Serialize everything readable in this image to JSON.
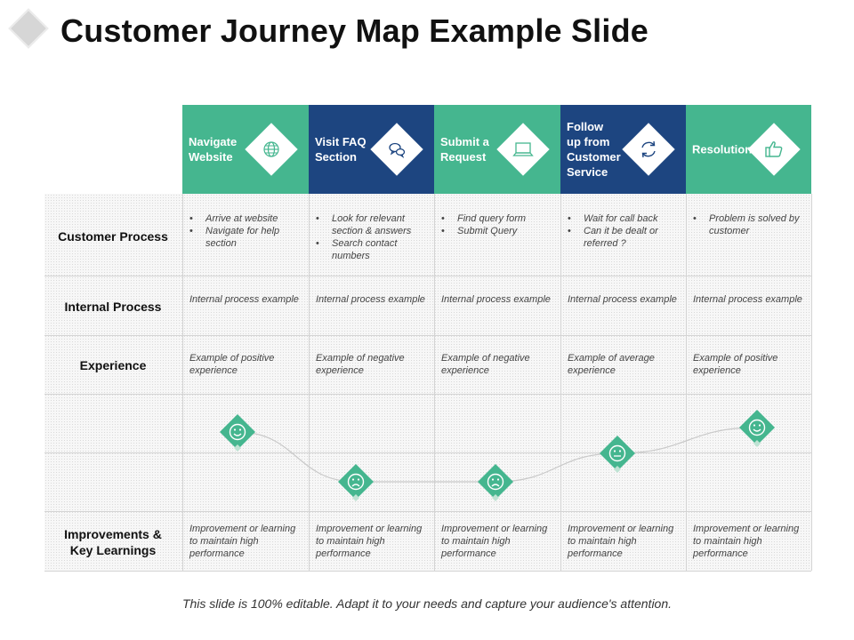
{
  "title": "Customer Journey Map Example Slide",
  "colors": {
    "green": "#45b68f",
    "blue": "#1d4580"
  },
  "stages": [
    {
      "label": "Navigate\nWebsite",
      "color": "green",
      "icon": "globe-icon"
    },
    {
      "label": "Visit FAQ\nSection",
      "color": "blue",
      "icon": "chat-bubbles-icon"
    },
    {
      "label": "Submit a\nRequest",
      "color": "green",
      "icon": "laptop-icon"
    },
    {
      "label": "Follow\nup from\nCustomer\nService",
      "color": "blue",
      "icon": "refresh-cycle-icon"
    },
    {
      "label": "Resolution",
      "color": "green",
      "icon": "thumbs-up-icon"
    }
  ],
  "rows": {
    "customer_process": {
      "label": "Customer Process",
      "cells": [
        [
          "Arrive at website",
          "Navigate for help section"
        ],
        [
          "Look for relevant section & answers",
          "Search contact numbers"
        ],
        [
          "Find query form",
          "Submit Query"
        ],
        [
          "Wait for call back",
          "Can it be dealt or referred ?"
        ],
        [
          "Problem is solved by customer"
        ]
      ]
    },
    "internal_process": {
      "label": "Internal Process",
      "cells": [
        "Internal process example",
        "Internal process example",
        "Internal process example",
        "Internal process example",
        "Internal process example"
      ]
    },
    "experience": {
      "label": "Experience",
      "cells": [
        "Example of positive experience",
        "Example of negative experience",
        "Example of negative experience",
        "Example of average experience",
        "Example of positive experience"
      ]
    },
    "improvements": {
      "label": "Improvements &\nKey Learnings",
      "cells": [
        "Improvement or learning to maintain high performance",
        "Improvement or learning to maintain high performance",
        "Improvement or learning to maintain high performance",
        "Improvement or learning to maintain high performance",
        "Improvement or learning to maintain high performance"
      ]
    }
  },
  "emotion_curve": [
    {
      "mood": "happy",
      "icon": "happy-face-icon"
    },
    {
      "mood": "sad",
      "icon": "sad-face-icon"
    },
    {
      "mood": "sad",
      "icon": "sad-face-icon"
    },
    {
      "mood": "neutral",
      "icon": "neutral-face-icon"
    },
    {
      "mood": "happy",
      "icon": "happy-face-icon"
    }
  ],
  "footer": "This slide is 100% editable. Adapt it to your needs and capture your audience's attention."
}
